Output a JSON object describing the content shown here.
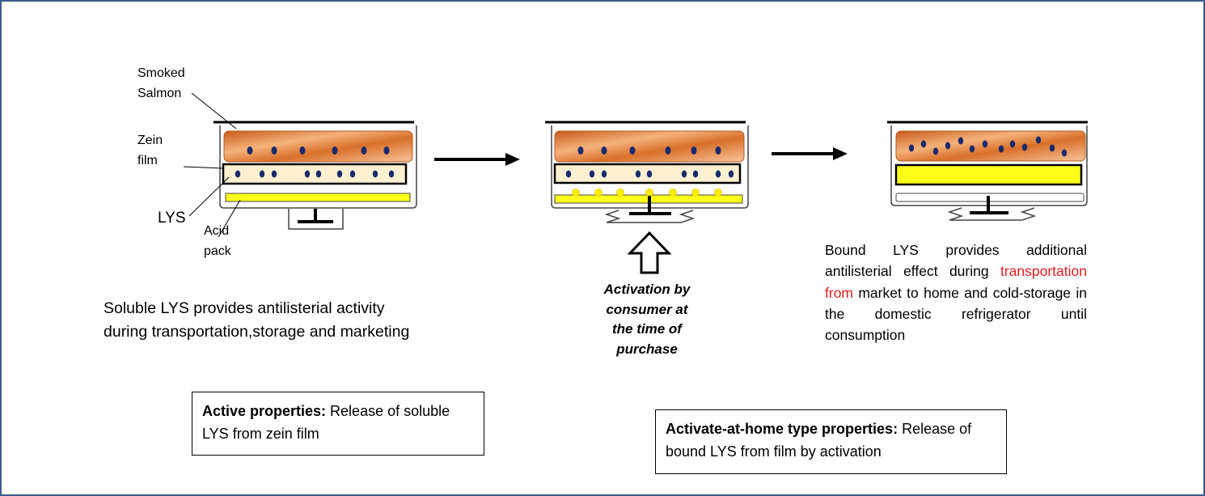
{
  "labels": {
    "smoked_salmon": [
      "Smoked",
      "Salmon"
    ],
    "zein_film": [
      "Zein",
      "film"
    ],
    "lys": "LYS",
    "acid_pack": [
      "Acid",
      "pack"
    ]
  },
  "left_caption": [
    "Soluble LYS provides antilisterial activity",
    "during transportation,storage and marketing"
  ],
  "activation_note": [
    "Activation by",
    "consumer at",
    "the time of",
    "purchase"
  ],
  "right_caption": {
    "before": "Bound LYS provides additional antilisterial effect during ",
    "highlight": "transportation from",
    "after": " market to home and cold-storage in the domestic refrigerator until consumption"
  },
  "box_active": {
    "title": "Active properties:",
    "text": " Release of soluble LYS from zein film"
  },
  "box_activate_home": {
    "title": "Activate-at-home type properties:",
    "text": " Release of bound LYS from film by activation"
  },
  "colors": {
    "frame": "#3d5a8a",
    "salmon": "#d9702a",
    "film": "#fdf0d0",
    "acid": "#ffff1a",
    "dots": "#1a2a6c",
    "highlight": "#e02020"
  }
}
